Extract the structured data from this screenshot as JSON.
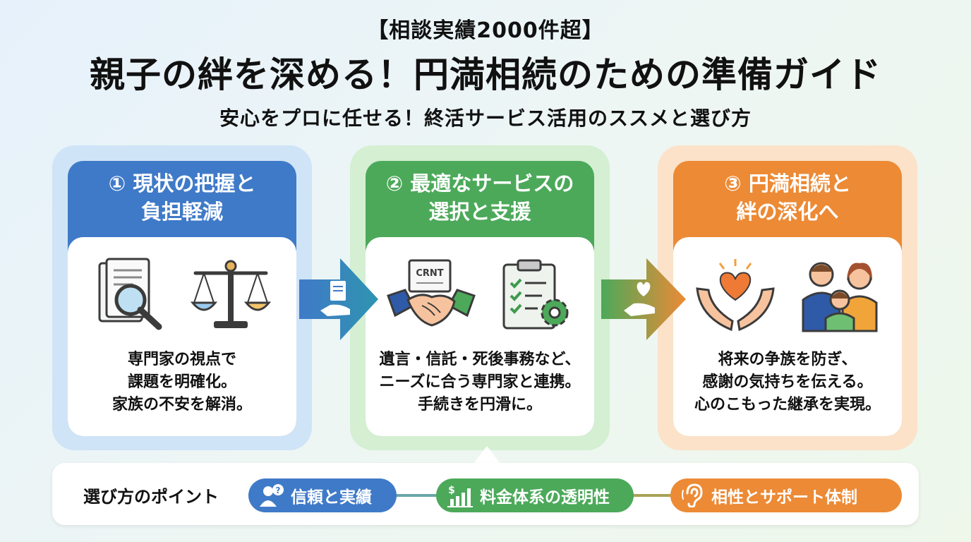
{
  "header": {
    "tagline": "【相談実績2000件超】",
    "title": "親子の絆を深める！円満相続のための準備ガイド",
    "subtitle": "安心をプロに任せる！終活サービス活用のススメと選び方"
  },
  "steps": [
    {
      "title_line1": "① 現状の把握と",
      "title_line2": "負担軽減",
      "desc_line1": "専門家の視点で",
      "desc_line2": "課題を明確化。",
      "desc_line3": "家族の不安を解消。",
      "icons": [
        "document-search-icon",
        "balance-scale-icon"
      ],
      "color": "#3f7ac8"
    },
    {
      "title_line1": "② 最適なサービスの",
      "title_line2": "選択と支援",
      "desc_line1": "遺言・信託・死後事務など、",
      "desc_line2": "ニーズに合う専門家と連携。",
      "desc_line3": "手続きを円滑に。",
      "icons": [
        "handshake-icon",
        "checklist-gear-icon"
      ],
      "document_label": "CRNT",
      "color": "#4ca95a"
    },
    {
      "title_line1": "③ 円満相続と",
      "title_line2": "絆の深化へ",
      "desc_line1": "将来の争族を防ぎ、",
      "desc_line2": "感謝の気持ちを伝える。",
      "desc_line3": "心のこもった継承を実現。",
      "icons": [
        "heart-hands-icon",
        "family-icon"
      ],
      "color": "#ec8a35"
    }
  ],
  "points": {
    "label": "選び方のポイント",
    "items": [
      {
        "label": "信頼と実績",
        "icon": "person-question-icon",
        "color": "#3f7ac8"
      },
      {
        "label": "料金体系の透明性",
        "icon": "price-chart-icon",
        "color": "#4ca95a"
      },
      {
        "label": "相性とサポート体制",
        "icon": "ear-icon",
        "color": "#ec8a35"
      }
    ]
  }
}
